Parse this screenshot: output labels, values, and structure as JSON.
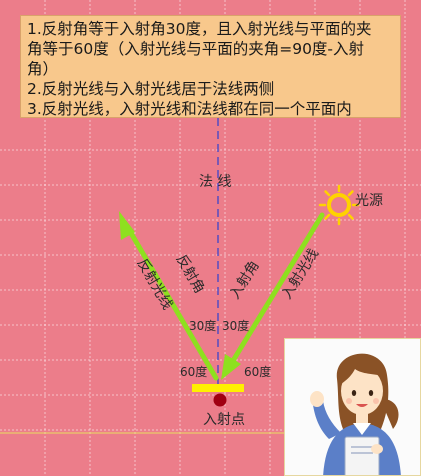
{
  "info": {
    "line1": "1.反射角等于入射角30度，且入射光线与平面的夹",
    "line2": "角等于60度（入射光线与平面的夹角=90度-入射",
    "line3": "角）",
    "line4": "2.反射光线与入射光线居于法线两侧",
    "line5": "3.反射光线，入射光线和法线都在同一个平面内"
  },
  "diagram": {
    "normal_label": "法 线",
    "light_source_label": "光源",
    "incident_ray_label": "入射光线",
    "incident_angle_label": "入射角",
    "reflected_ray_label": "反射光线",
    "reflection_angle_label": "反射角",
    "angle_left": "30度",
    "angle_right": "30度",
    "surface_angle_left": "60度",
    "surface_angle_right": "60度",
    "incidence_point_label": "入射点"
  },
  "colors": {
    "background": "#ec7d8a",
    "info_box": "#f8c88c",
    "ray": "#8ee01f",
    "normal_line": "#2f3fd0",
    "mirror": "#fff000",
    "sun": "#ffd200",
    "incidence_point": "#a00012"
  },
  "icons": [
    "sun-icon",
    "teacher-illustration"
  ]
}
